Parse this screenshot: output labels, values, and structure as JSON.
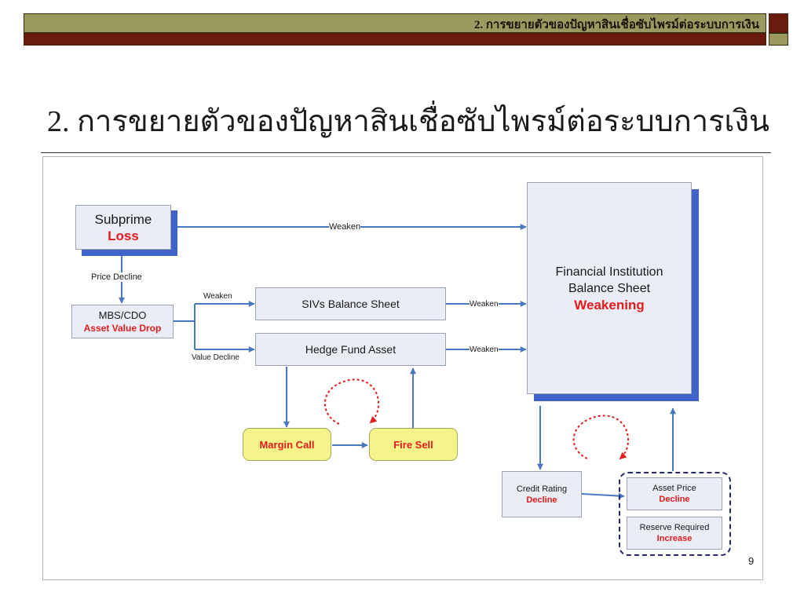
{
  "header": {
    "title": "2. การขยายตัวของปัญหาสินเชื่อซับไพรม์ต่อระบบการเงิน"
  },
  "slide": {
    "title": "2. การขยายตัวของปัญหาสินเชื่อซับไพรม์ต่อระบบการเงิน",
    "page_number": "9"
  },
  "diagram": {
    "subprime": {
      "line1": "Subprime",
      "line2": "Loss"
    },
    "mbs": {
      "line1": "MBS/CDO",
      "line2": "Asset Value Drop"
    },
    "sivs": {
      "label": "SIVs Balance Sheet"
    },
    "hedge": {
      "label": "Hedge Fund Asset"
    },
    "fi": {
      "line1": "Financial Institution",
      "line2": "Balance Sheet",
      "line3": "Weakening"
    },
    "margin_call": "Margin Call",
    "fire_sell": "Fire Sell",
    "credit": {
      "line1": "Credit Rating",
      "line2": "Decline"
    },
    "asset_price": {
      "line1": "Asset Price",
      "line2": "Decline"
    },
    "reserve": {
      "line1": "Reserve Required",
      "line2": "Increase"
    },
    "edge_labels": {
      "weaken_top": "Weaken",
      "price_decline": "Price Decline",
      "weaken_sivs_in": "Weaken",
      "value_decline": "Value Decline",
      "weaken_sivs_out": "Weaken",
      "weaken_hedge_out": "Weaken"
    },
    "colors": {
      "box_fill": "#eaedf5",
      "shadow": "#3f63c6",
      "arrow": "#4a78bf",
      "highlight": "#e21c1c",
      "pill_fill": "#f4f48a",
      "dashed_border": "#23296e"
    }
  }
}
